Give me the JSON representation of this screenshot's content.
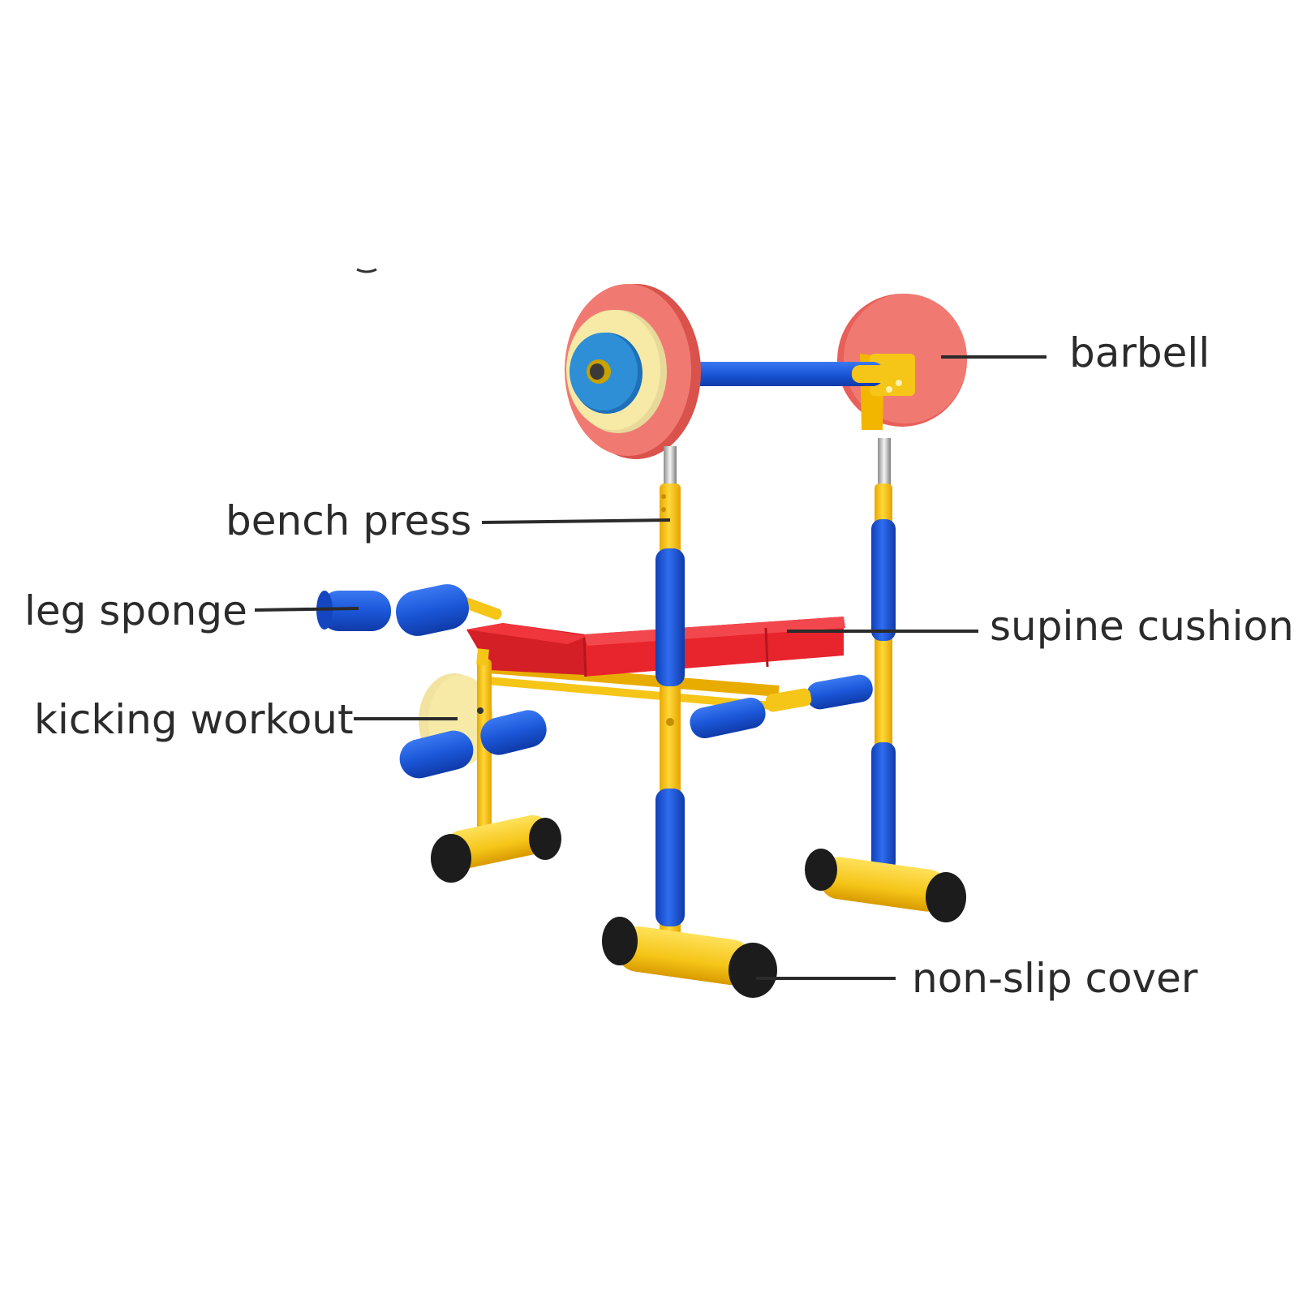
{
  "labels": {
    "barbell": "barbell",
    "bench_press": "bench press",
    "leg_sponge": "leg sponge",
    "supine_cushion": "supine cushion",
    "kicking_workout": "kicking workout",
    "non_slip_cover": "non-slip cover"
  },
  "colors": {
    "frame_yellow": "#f5c518",
    "foam_blue": "#1b57d8",
    "cushion_red": "#e8242c",
    "plate_coral": "#f07a72",
    "plate_cream": "#f6eaa6",
    "plate_blue": "#2e8fd6",
    "cap_black": "#1c1c1c",
    "leader_line": "#2b2b2b",
    "text": "#2b2b2b"
  }
}
